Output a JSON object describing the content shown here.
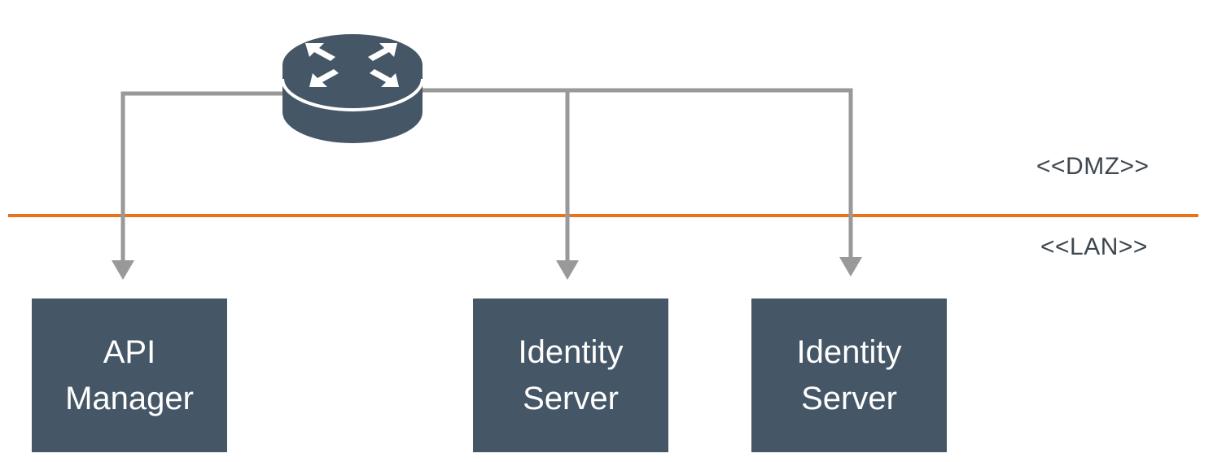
{
  "colors": {
    "node_fill": "#455666",
    "router_fill": "#455666",
    "connector": "#999999",
    "boundary": "#e8731a",
    "label_text": "#3d4750",
    "node_text": "#ffffff"
  },
  "zones": {
    "upper_label": "<<DMZ>>",
    "lower_label": "<<LAN>>"
  },
  "router": {
    "icon": "router-icon"
  },
  "nodes": [
    {
      "line1": "API",
      "line2": "Manager"
    },
    {
      "line1": "Identity",
      "line2": "Server"
    },
    {
      "line1": "Identity",
      "line2": "Server"
    }
  ]
}
